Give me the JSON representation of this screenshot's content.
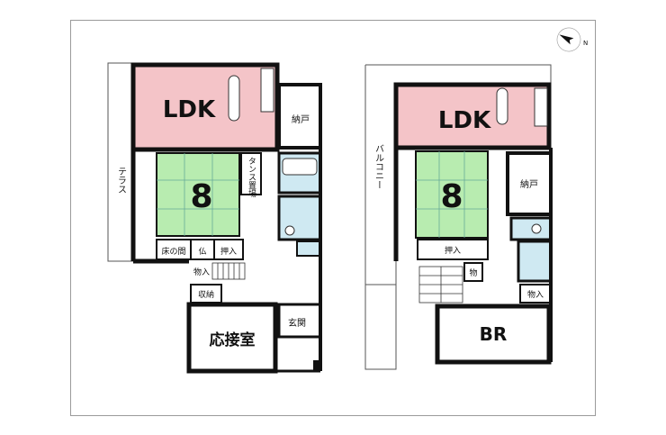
{
  "colors": {
    "ldk": "#f4c4c8",
    "washitsu": "#b8ecb0",
    "wet": "#cfe9f2",
    "wall": "#111111"
  },
  "compass": {
    "icon": "north-arrow-icon",
    "label": "N"
  },
  "floor1": {
    "ldk": "LDK",
    "tatami": "8",
    "nando": "納戸",
    "terrace": "テラス",
    "tansu": "タンス置場",
    "tokonoma": "床の間",
    "butsudan": "仏",
    "oshiire": "押入",
    "monoire": "物入",
    "shuno": "収納",
    "ousetsu": "応接室",
    "genkan": "玄関"
  },
  "floor2": {
    "ldk": "LDK",
    "tatami": "8",
    "nando": "納戸",
    "balcony": "バルコニー",
    "oshiire": "押入",
    "mono": "物",
    "monoire": "物入",
    "br": "BR"
  }
}
